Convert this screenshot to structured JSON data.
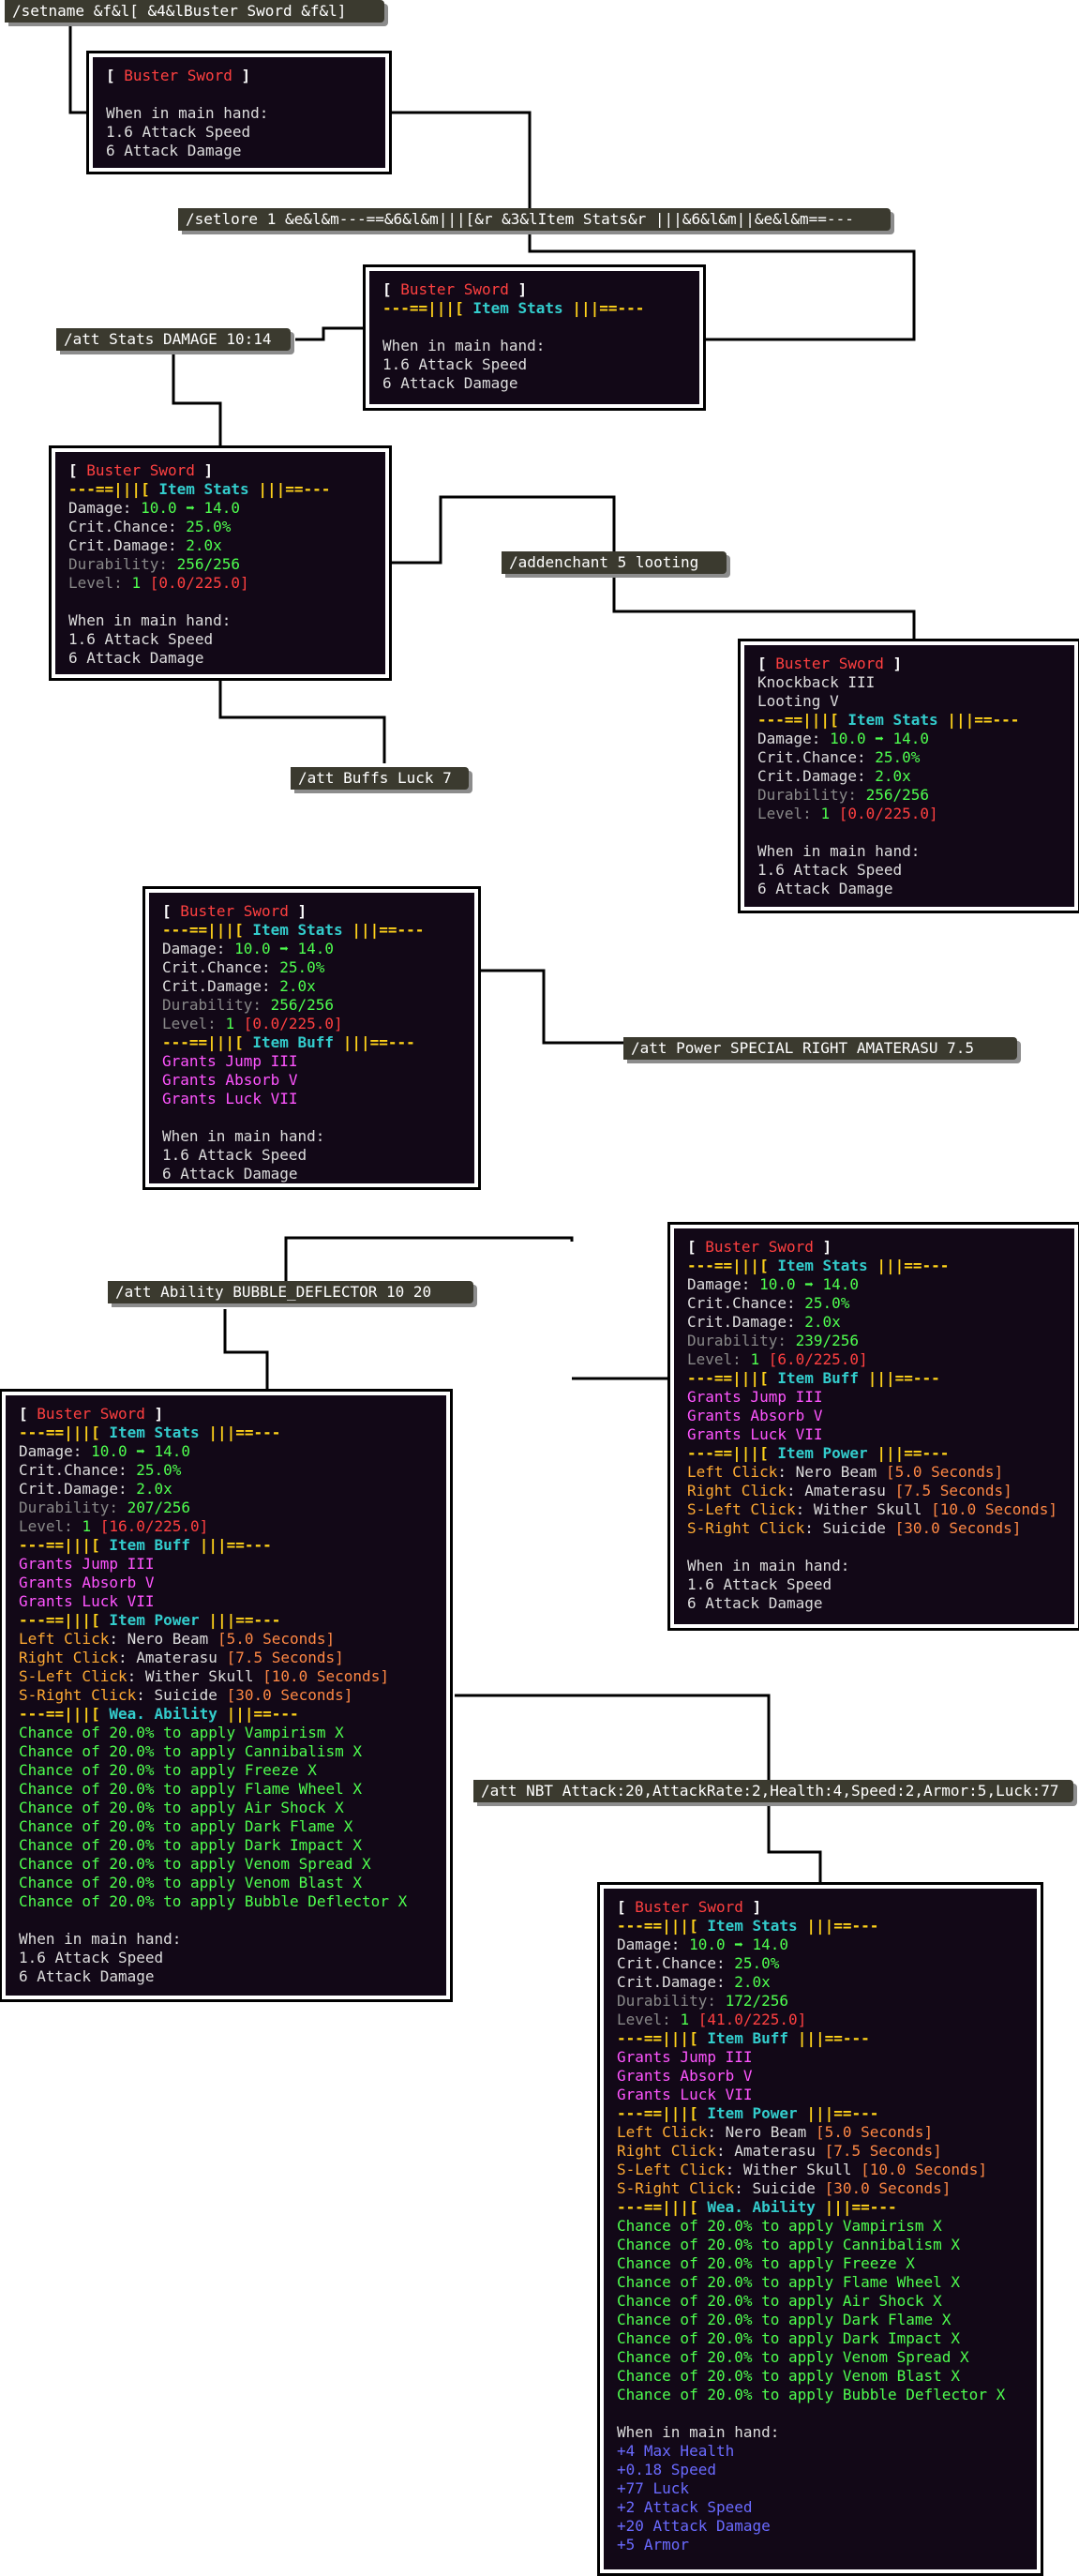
{
  "commands": {
    "setname": "/setname &f&l[ &4&lBuster Sword &f&l]",
    "setlore": "/setlore 1 &e&l&m---==&6&l&m|||[&r &3&lItem Stats&r |||&6&l&m||&e&l&m==---",
    "stats": "/att Stats DAMAGE 10:14",
    "enchant": "/addenchant 5 looting",
    "buffs": "/att Buffs Luck 7",
    "power": "/att Power SPECIAL RIGHT AMATERASU 7.5",
    "ability": "/att Ability BUBBLE_DEFLECTOR 10 20",
    "nbt": "/att NBT Attack:20,AttackRate:2,Health:4,Speed:2,Armor:5,Luck:77"
  },
  "item": {
    "bracket_open": "[",
    "name": "Buster Sword",
    "bracket_close": "]"
  },
  "headers": {
    "stats_left": "---==|||[",
    "stats": "Item Stats",
    "stats_right": "|||==---",
    "buff": "Item Buff",
    "power": "Item Power",
    "ability": "Wea. Ability"
  },
  "stats": {
    "damage_label": "Damage:",
    "damage_value": "10.0 ➡ 14.0",
    "crit_chance_label": "Crit.Chance:",
    "crit_chance_value": "25.0%",
    "crit_damage_label": "Crit.Damage:",
    "crit_damage_value": "2.0x",
    "durability_label": "Durability:",
    "level_label": "Level:",
    "level_value": "1",
    "durability_t3": "256/256",
    "level_t3": "[0.0/225.0]",
    "durability_t6": "239/256",
    "level_t6": "[6.0/225.0]",
    "durability_t7": "207/256",
    "level_t7": "[16.0/225.0]",
    "durability_t8": "172/256",
    "level_t8": "[41.0/225.0]"
  },
  "enchants": [
    "Knockback III",
    "Looting V"
  ],
  "buffs": [
    "Grants Jump III",
    "Grants Absorb V",
    "Grants Luck VII"
  ],
  "powers": [
    {
      "label": "Left Click",
      "name": "Nero Beam",
      "time": "[5.0 Seconds]"
    },
    {
      "label": "Right Click",
      "name": "Amaterasu",
      "time": "[7.5 Seconds]"
    },
    {
      "label": "S-Left Click",
      "name": "Wither Skull",
      "time": "[10.0 Seconds]"
    },
    {
      "label": "S-Right Click",
      "name": "Suicide",
      "time": "[30.0 Seconds]"
    }
  ],
  "abilities": [
    "Chance of 20.0% to apply Vampirism X",
    "Chance of 20.0% to apply Cannibalism X",
    "Chance of 20.0% to apply Freeze X",
    "Chance of 20.0% to apply Flame Wheel X",
    "Chance of 20.0% to apply Air Shock X",
    "Chance of 20.0% to apply Dark Flame X",
    "Chance of 20.0% to apply Dark Impact X",
    "Chance of 20.0% to apply Venom Spread X",
    "Chance of 20.0% to apply Venom Blast X",
    "Chance of 20.0% to apply Bubble Deflector X"
  ],
  "mainhand": {
    "title": "When in main hand:",
    "speed": " 1.6 Attack Speed",
    "damage": " 6 Attack Damage"
  },
  "nbt_attrs": [
    " +4 Max Health",
    " +0.18 Speed",
    " +77 Luck",
    " +2 Attack Speed",
    " +20 Attack Damage",
    " +5 Armor"
  ],
  "colors": {
    "tooltip_bg": "#120817",
    "tooltip_border": "#ffffff",
    "command_bg": "#3b3a2f",
    "name_red": "#ff4040",
    "header_aqua": "#33cccc",
    "header_gold": "#ffd21a",
    "stat_green": "#4fff4f",
    "buff_pink": "#ff55ff",
    "nbt_blue": "#6a6aff"
  }
}
